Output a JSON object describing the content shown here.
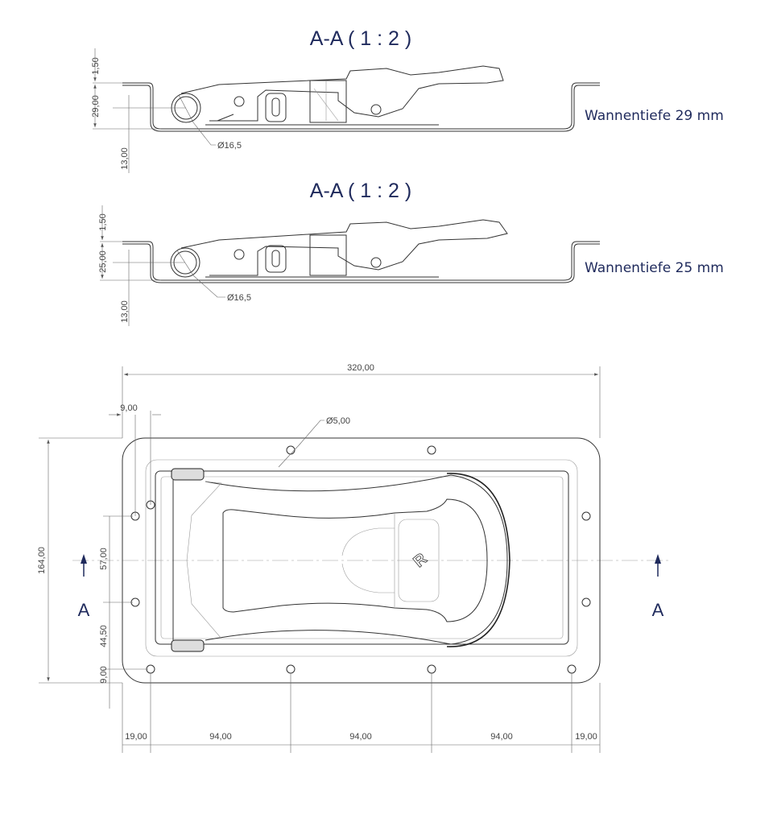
{
  "sections": [
    {
      "title": "A-A ( 1 : 2 )",
      "dims": {
        "flange": "1,50",
        "depth": "29,00",
        "below": "13,00",
        "roller": "Ø16,5"
      },
      "note": "Wannentiefe 29 mm"
    },
    {
      "title": "A-A ( 1 : 2 )",
      "dims": {
        "flange": "1,50",
        "depth": "25,00",
        "below": "13,00",
        "roller": "Ø16,5"
      },
      "note": "Wannentiefe 25 mm"
    }
  ],
  "plan": {
    "width": "320,00",
    "edge_offset": "9,00",
    "hole_diameter": "Ø5,00",
    "height": "164,00",
    "hole_spacing_v1": "57,00",
    "hole_spacing_v2": "44,50",
    "edge_offset_v": "9,00",
    "section_marker": "A",
    "bottom_dims": [
      "19,00",
      "94,00",
      "94,00",
      "94,00",
      "19,00"
    ]
  },
  "colors": {
    "title": "#1f2a5c",
    "lines": "#333333"
  }
}
